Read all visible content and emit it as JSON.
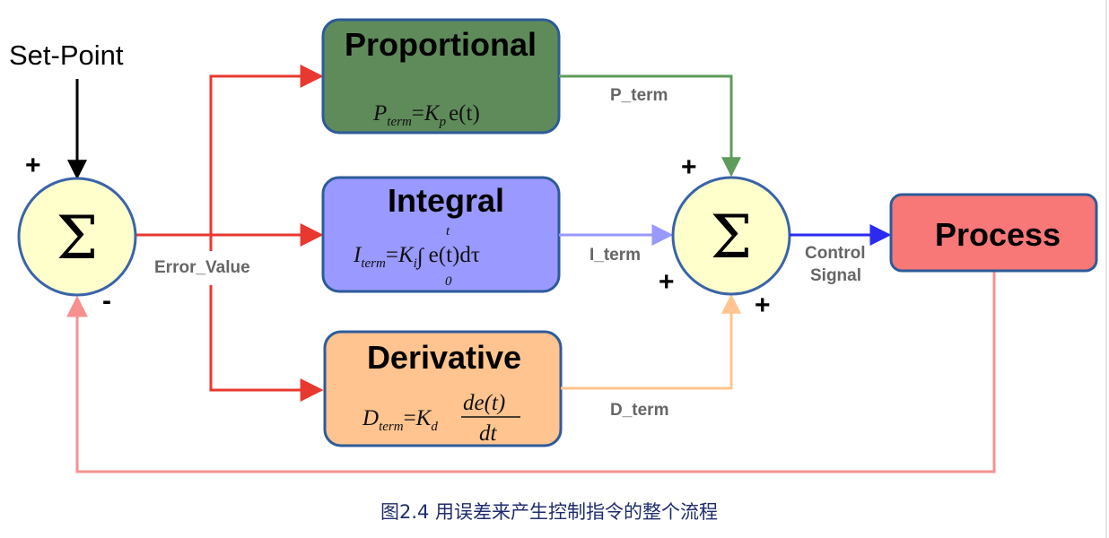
{
  "setpoint_label": "Set-Point",
  "error_label": "Error_Value",
  "blocks": {
    "p": {
      "title": "Proportional",
      "formula": {
        "lhs": "P",
        "lhs_sub": "term",
        "k": "K",
        "k_sub": "p",
        "rest": "e(t)"
      }
    },
    "i": {
      "title": "Integral",
      "formula": {
        "lhs": "I",
        "lhs_sub": "term",
        "k": "K",
        "k_sub": "i",
        "upper": "t",
        "lower": "0",
        "rest": "e(t)dτ"
      }
    },
    "d": {
      "title": "Derivative",
      "formula": {
        "lhs": "D",
        "lhs_sub": "term",
        "k": "K",
        "k_sub": "d",
        "num": "de(t)",
        "den": "dt"
      }
    },
    "process": {
      "title": "Process"
    }
  },
  "signals": {
    "p_term": "P_term",
    "i_term": "I_term",
    "d_term": "D_term",
    "control1": "Control",
    "control2": "Signal"
  },
  "sum_symbol": "Σ",
  "signs": {
    "plus": "+",
    "minus": "-"
  },
  "caption": "图2.4 用误差来产生控制指令的整个流程",
  "colors": {
    "p": "#5f8b5b",
    "i": "#9999ff",
    "d": "#ffc48f",
    "process": "#f87878",
    "error": "#e8382f",
    "feedback": "#f89090",
    "control": "#2a2af0"
  }
}
